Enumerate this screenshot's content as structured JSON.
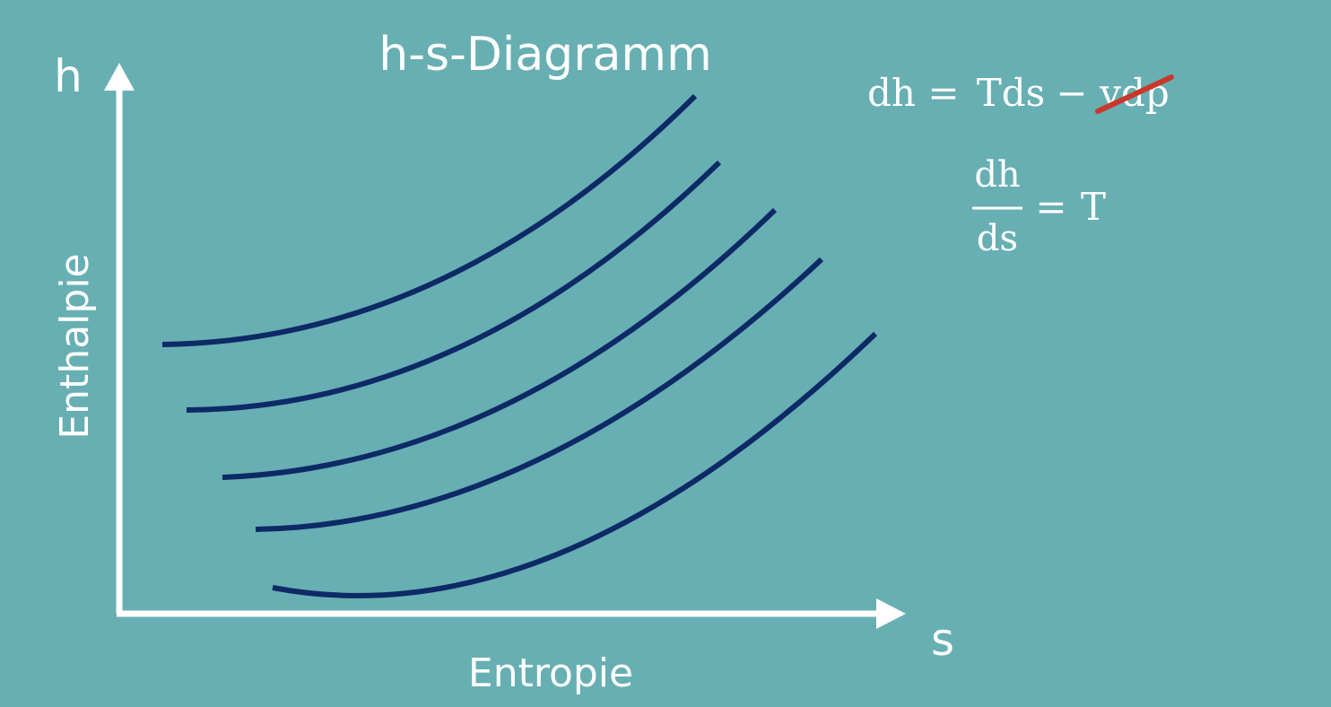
{
  "diagram": {
    "title": "h-s-Diagramm",
    "y_axis": {
      "symbol": "h",
      "label": "Enthalpie"
    },
    "x_axis": {
      "symbol": "s",
      "label": "Entropie"
    },
    "curve_count": 5
  },
  "equations": {
    "eq1": {
      "lhs": "dh",
      "equals": "=",
      "term1": "Tds",
      "minus": "−",
      "struck_term": "vdp"
    },
    "eq2": {
      "numerator": "dh",
      "denominator": "ds",
      "equals": "=",
      "rhs": "T"
    }
  },
  "colors": {
    "background": "#67afb3",
    "axes": "#ffffff",
    "curves": "#0e2a66",
    "text": "#ffffff",
    "strike": "#c8382a"
  }
}
